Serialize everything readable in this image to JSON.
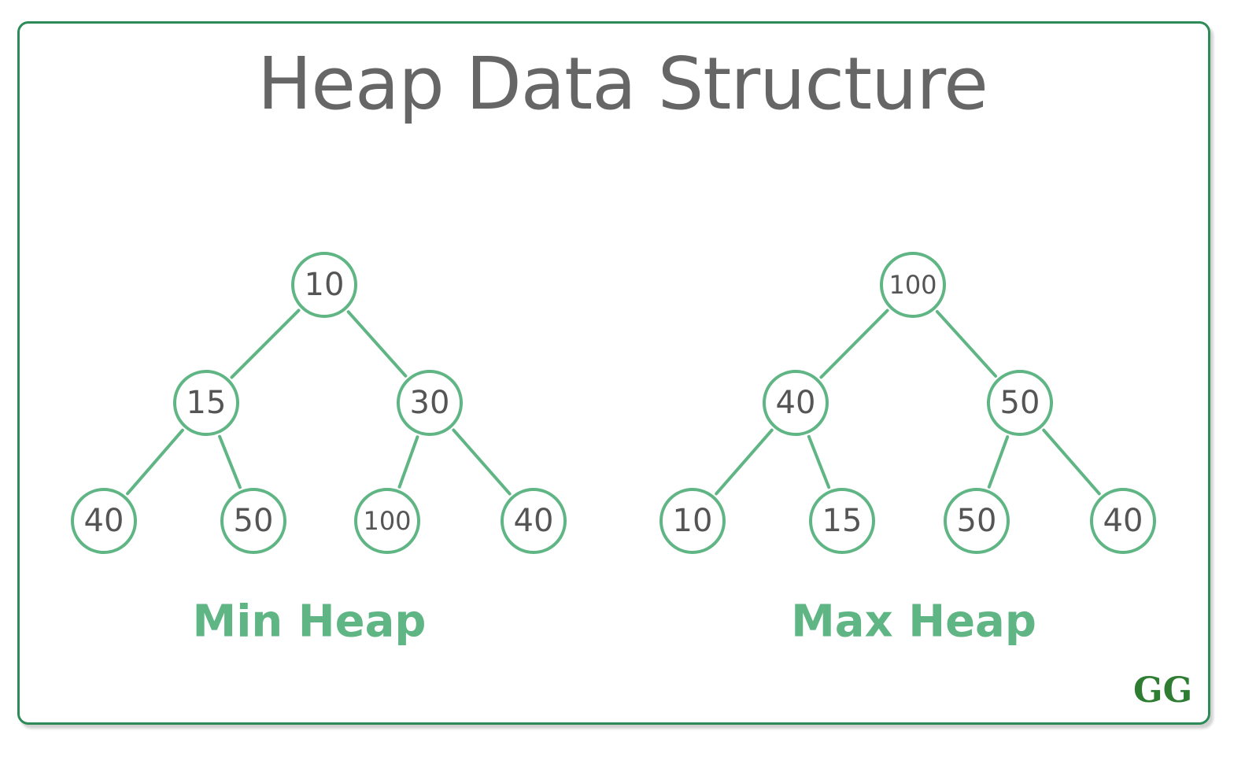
{
  "title": "Heap Data Structure",
  "logo_text": "GG",
  "colors": {
    "border": "#2e8b57",
    "node_stroke": "#5fb584",
    "label": "#5fb584",
    "title": "#666666",
    "node_text": "#555555"
  },
  "heaps": [
    {
      "label": "Min Heap",
      "nodes": [
        "10",
        "15",
        "30",
        "40",
        "50",
        "100",
        "40"
      ],
      "edges": [
        [
          0,
          1
        ],
        [
          0,
          2
        ],
        [
          1,
          3
        ],
        [
          1,
          4
        ],
        [
          2,
          5
        ],
        [
          2,
          6
        ]
      ]
    },
    {
      "label": "Max Heap",
      "nodes": [
        "100",
        "40",
        "50",
        "10",
        "15",
        "50",
        "40"
      ],
      "edges": [
        [
          0,
          1
        ],
        [
          0,
          2
        ],
        [
          1,
          3
        ],
        [
          1,
          4
        ],
        [
          2,
          5
        ],
        [
          2,
          6
        ]
      ]
    }
  ]
}
